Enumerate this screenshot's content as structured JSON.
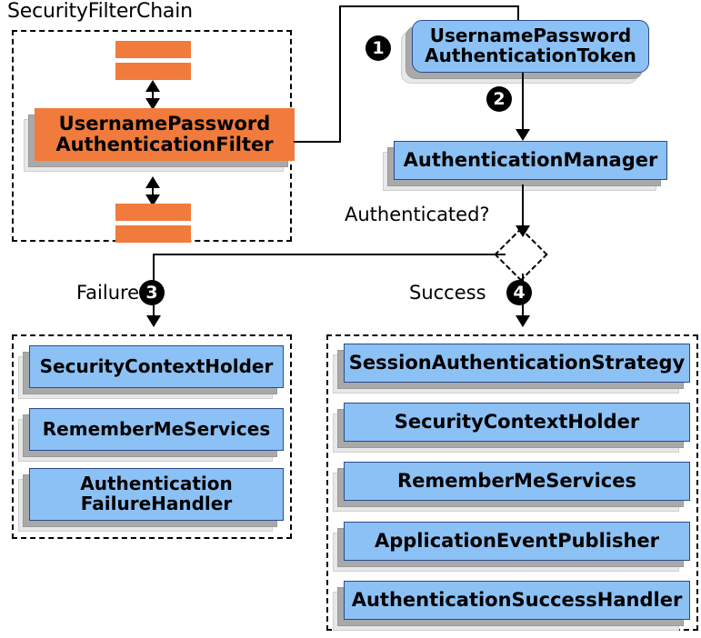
{
  "diagram": {
    "title_visible": "SecurityFilterChain",
    "colors": {
      "node_blue": "#8CC1F5",
      "node_blue_border": "#2B4A8B",
      "node_orange": "#F07B3C",
      "shadow_dark": "#A9A9A9",
      "shadow_light": "#E8E8E8",
      "line": "#000000",
      "badge_bg": "#000000",
      "badge_fg": "#FFFFFF"
    },
    "groups": {
      "filter_chain": {
        "label": "SecurityFilterChain"
      },
      "failure_group": {
        "label": ""
      },
      "success_group": {
        "label": ""
      }
    },
    "nodes": {
      "username_password_authentication_filter": "UsernamePassword\nAuthenticationFilter",
      "username_password_authentication_token": "UsernamePassword\nAuthenticationToken",
      "authentication_manager": "AuthenticationManager",
      "failure_security_context_holder": "SecurityContextHolder",
      "failure_remember_me_services": "RememberMeServices",
      "failure_authentication_failure_handler": "Authentication\nFailureHandler",
      "success_session_authentication_strategy": "SessionAuthenticationStrategy",
      "success_security_context_holder": "SecurityContextHolder",
      "success_remember_me_services": "RememberMeServices",
      "success_application_event_publisher": "ApplicationEventPublisher",
      "success_authentication_success_handler": "AuthenticationSuccessHandler"
    },
    "labels": {
      "authenticated_question": "Authenticated?",
      "failure": "Failure",
      "success": "Success"
    },
    "badges": {
      "step_1": "1",
      "step_2": "2",
      "step_3": "3",
      "step_4": "4"
    }
  }
}
